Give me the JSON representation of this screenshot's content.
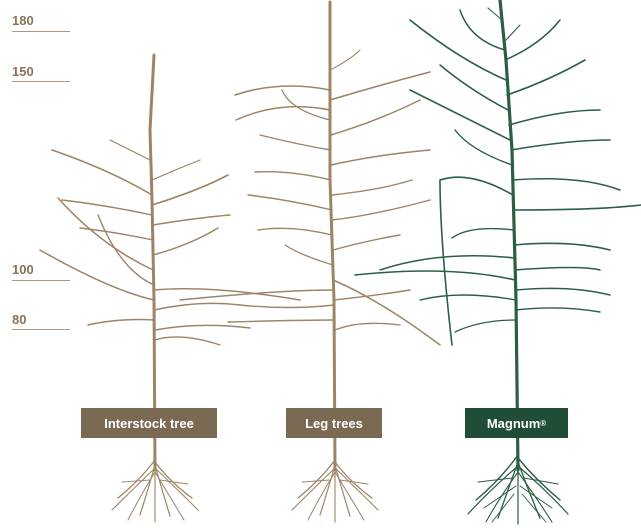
{
  "scale": {
    "ticks": [
      "180",
      "150",
      "100",
      "80"
    ]
  },
  "trees": [
    {
      "label": "Interstock tree",
      "color": "#7a6a54"
    },
    {
      "label": "Leg trees",
      "color": "#7a6a54"
    },
    {
      "label": "Magnum",
      "trademark": "®",
      "color": "#1f4d36"
    }
  ],
  "colors": {
    "brown_branch": "#9c8466",
    "green_branch": "#2b5e43",
    "scale": "#8a7356"
  }
}
